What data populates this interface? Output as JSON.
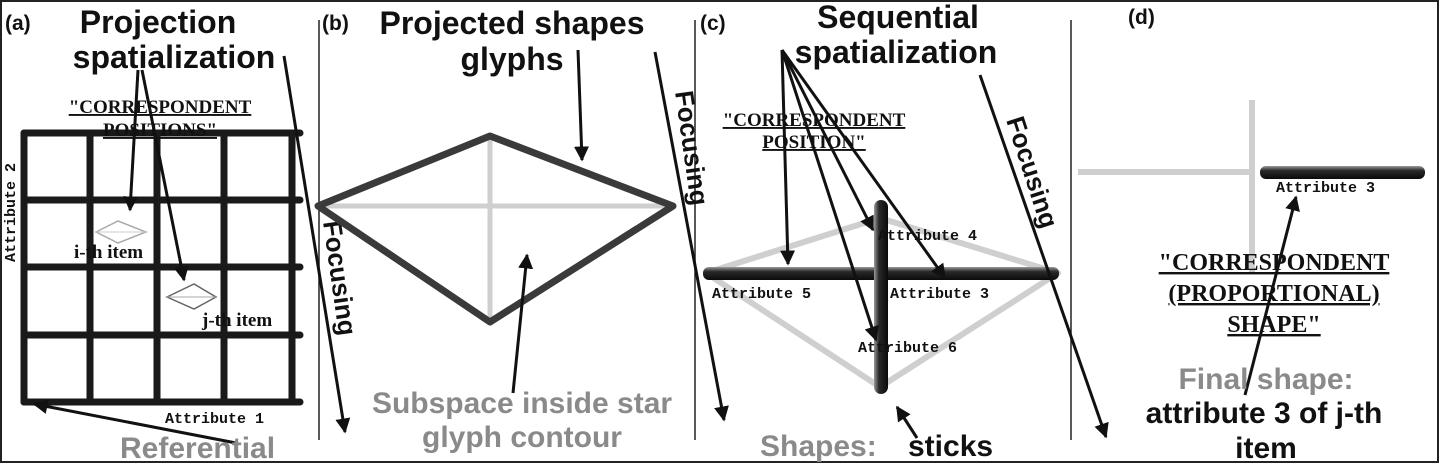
{
  "panels": {
    "a": {
      "label": "(a)",
      "title_1": "Projection",
      "title_2": "spatialization",
      "quote_1": "\"CORRESPONDENT",
      "quote_2": "POSITIONS\"",
      "axis_y": "Attribute 2",
      "axis_x": "Attribute 1",
      "item_i": "i-th item",
      "item_j": "j-th item",
      "focusing": "Focusing",
      "bottom": "Referential"
    },
    "b": {
      "label": "(b)",
      "title_1": "Projected shapes",
      "title_2": "glyphs",
      "focusing": "Focusing",
      "bottom_1": "Subspace inside star",
      "bottom_2": "glyph contour"
    },
    "c": {
      "label": "(c)",
      "title_1": "Sequential",
      "title_2": "spatialization",
      "quote_1": "\"CORRESPONDENT",
      "quote_2": "POSITION\"",
      "attr_4": "Attribute 4",
      "attr_5": "Attribute 5",
      "attr_3": "Attribute 3",
      "attr_6": "Attribute 6",
      "focusing": "Focusing",
      "bottom_gray": "Shapes:",
      "bottom_black": "sticks"
    },
    "d": {
      "label": "(d)",
      "attr_3": "Attribute 3",
      "quote_1": "\"CORRESPONDENT",
      "quote_2": "(PROPORTIONAL)",
      "quote_3": "SHAPE\"",
      "final_gray": "Final shape:",
      "final_1": "attribute 3 of j-th",
      "final_2": "item"
    }
  },
  "colors": {
    "ink": "#1a1a1a",
    "gray_text": "#8a8a8a",
    "light_line": "#cfcfcf",
    "glyph_outline": "#3a3a3a"
  }
}
